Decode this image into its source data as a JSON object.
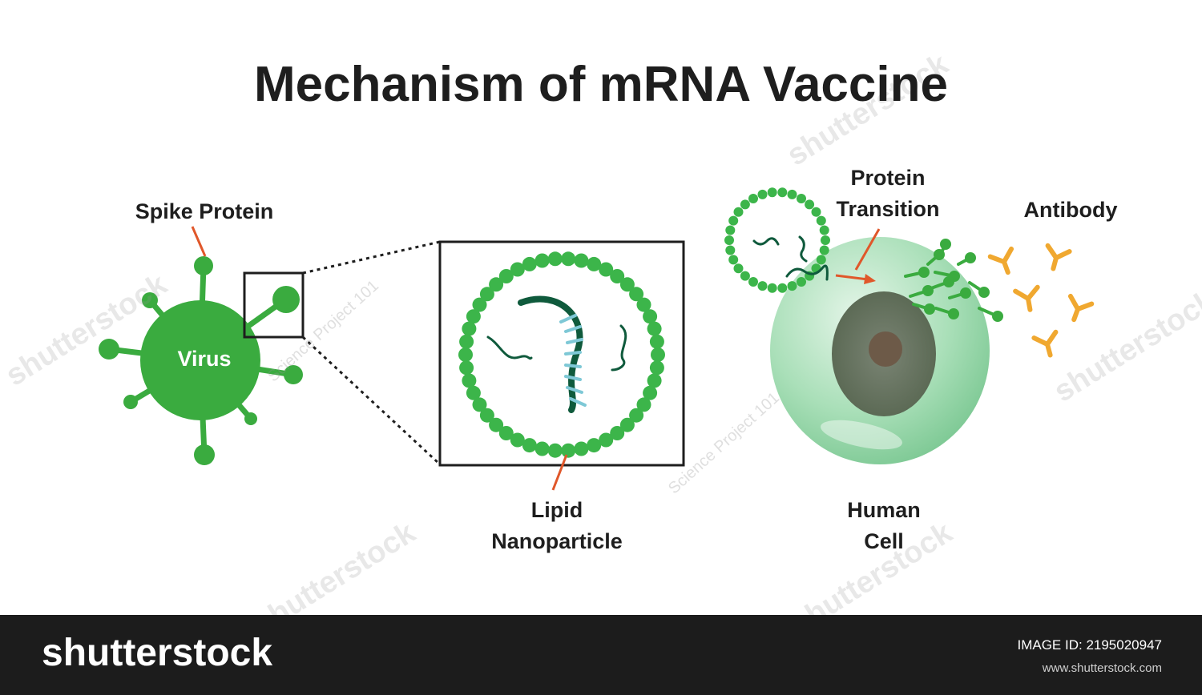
{
  "title": "Mechanism of mRNA Vaccine",
  "labels": {
    "spike_protein": "Spike Protein",
    "virus": "Virus",
    "lipid_line1": "Lipid",
    "lipid_line2": "Nanoparticle",
    "protein_line1": "Protein",
    "protein_line2": "Transition",
    "antibody": "Antibody",
    "human_line1": "Human",
    "human_line2": "Cell"
  },
  "watermarks": {
    "brand": "shutterstock",
    "credit": "Science Project 101"
  },
  "footer": {
    "brand": "shutterstock",
    "image_id": "IMAGE ID: 2195020947",
    "site": "www.shutterstock.com"
  },
  "colors": {
    "virus_green": "#3aab3f",
    "bead_green": "#3cb54a",
    "rna_dark": "#0f5a3c",
    "rna_light": "#7ec8d6",
    "rna_blue": "#2c4e8c",
    "cell_green": "#bfe7c9",
    "nucleus": "#5e6b5a",
    "nucleolus": "#6d5a48",
    "antibody_orange": "#f0a830",
    "leader_orange": "#e0572a"
  }
}
